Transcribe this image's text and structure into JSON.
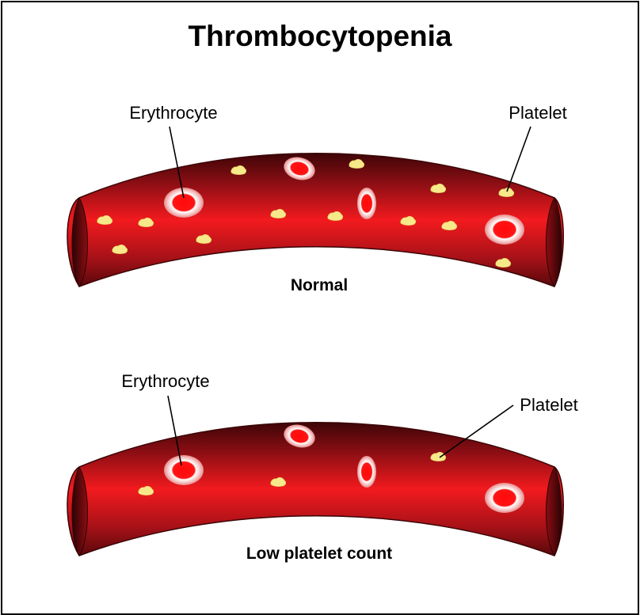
{
  "title": "Thrombocytopenia",
  "colors": {
    "vessel_dark": "#4a0608",
    "vessel_mid": "#a01218",
    "vessel_bright": "#f01a1e",
    "platelet": "#f7e98a",
    "erythrocyte_ring": "#f6c4c4",
    "erythrocyte_core": "#ff1010"
  },
  "panels": [
    {
      "id": "normal",
      "caption": "Normal",
      "erythrocyte_label": "Erythrocyte",
      "platelet_label": "Platelet"
    },
    {
      "id": "low",
      "caption": "Low platelet count",
      "erythrocyte_label": "Erythrocyte",
      "platelet_label": "Platelet"
    }
  ]
}
